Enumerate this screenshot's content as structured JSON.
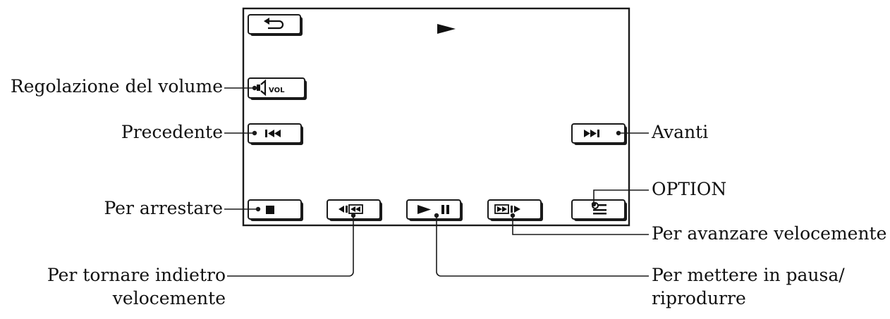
{
  "screen": {
    "buttons": {
      "back": {
        "icon": "return-arrow-icon"
      },
      "playing_indicator": {
        "icon": "play-triangle-icon"
      },
      "volume": {
        "icon": "speaker-volume-icon",
        "text": "VOL"
      },
      "previous": {
        "icon": "skip-previous-icon"
      },
      "next": {
        "icon": "skip-next-icon"
      },
      "stop": {
        "icon": "stop-square-icon"
      },
      "rewind": {
        "icon": "rewind-icon"
      },
      "play_pause": {
        "icon": "play-pause-icon"
      },
      "fast_forward": {
        "icon": "fast-forward-icon"
      },
      "option": {
        "icon": "option-menu-icon"
      }
    }
  },
  "callouts": {
    "volume": "Regolazione del volume",
    "previous": "Precedente",
    "next": "Avanti",
    "option": "OPTION",
    "stop": "Per arrestare",
    "fast_forward": "Per avanzare velocemente",
    "rewind_line1": "Per tornare indietro",
    "rewind_line2": "velocemente",
    "play_pause_line1": "Per mettere in pausa/",
    "play_pause_line2": "riprodurre"
  },
  "colors": {
    "ink": "#1a1a1a",
    "background": "#ffffff"
  }
}
